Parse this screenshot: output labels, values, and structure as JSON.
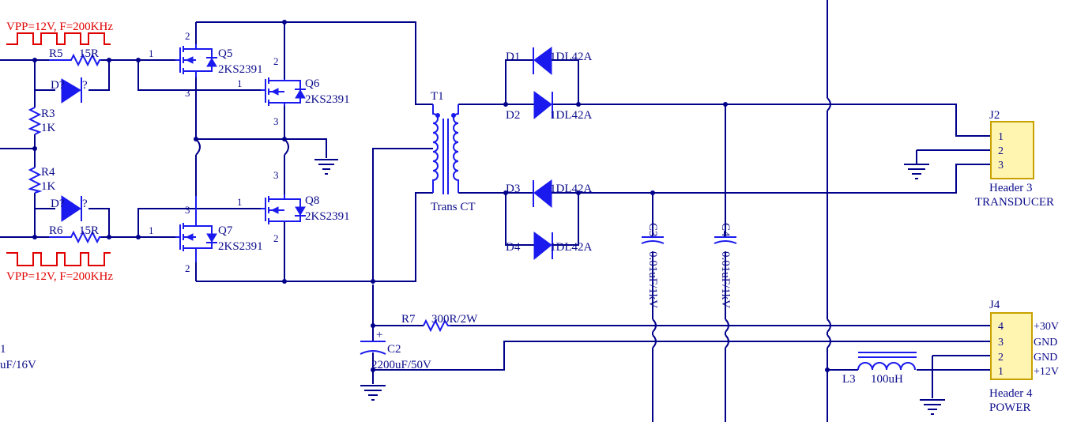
{
  "signals": {
    "top": "VPP=12V, F=200KHz",
    "bottom": "VPP=12V, F=200KHz"
  },
  "left_cut": {
    "c_ref": "1",
    "c_value": "uF/16V"
  },
  "resistors": {
    "r5": {
      "ref": "R5",
      "value": "15R"
    },
    "r6": {
      "ref": "R6",
      "value": "15R"
    },
    "r3": {
      "ref": "R3",
      "value": "1K"
    },
    "r4": {
      "ref": "R4",
      "value": "1K"
    },
    "r7": {
      "ref": "R7",
      "value": "300R/2W"
    }
  },
  "small_diodes": {
    "top": {
      "ref": "D?",
      "value": "?"
    },
    "bottom": {
      "ref": "D?",
      "value": "?"
    }
  },
  "mosfets": {
    "q5": {
      "ref": "Q5",
      "part": "2KS2391"
    },
    "q6": {
      "ref": "Q6",
      "part": "2KS2391"
    },
    "q7": {
      "ref": "Q7",
      "part": "2KS2391"
    },
    "q8": {
      "ref": "Q8",
      "part": "2KS2391"
    }
  },
  "pins": {
    "g": "1",
    "d": "2",
    "s": "3"
  },
  "transformer": {
    "ref": "T1",
    "value": "Trans CT"
  },
  "rectifiers": {
    "d1": {
      "ref": "D1",
      "part": "1DL42A"
    },
    "d2": {
      "ref": "D2",
      "part": "1DL42A"
    },
    "d3": {
      "ref": "D3",
      "part": "1DL42A"
    },
    "d4": {
      "ref": "D4",
      "part": "1DL42A"
    }
  },
  "capacitors": {
    "c2": {
      "ref": "C2",
      "value": "2200uF/50V",
      "polarity": "+"
    },
    "c3": {
      "ref": "C3",
      "value": "0.01uF/1kV"
    },
    "c4": {
      "ref": "C4",
      "value": "0.01uF/1kV"
    }
  },
  "inductor": {
    "ref": "L3",
    "value": "100uH"
  },
  "headers": {
    "j2": {
      "ref": "J2",
      "type": "Header 3",
      "label": "TRANSDUCER",
      "pins": [
        "1",
        "2",
        "3"
      ]
    },
    "j4": {
      "ref": "J4",
      "type": "Header 4",
      "label": "POWER",
      "pins": [
        "4",
        "3",
        "2",
        "1"
      ],
      "nets": [
        "+30V",
        "GND",
        "GND",
        "+12V"
      ]
    }
  },
  "colors": {
    "wire": "#00008b",
    "component": "#1a1aee",
    "signal_annotation": "#e00000",
    "header_fill": "#fff5b0",
    "header_border": "#c8a100"
  }
}
